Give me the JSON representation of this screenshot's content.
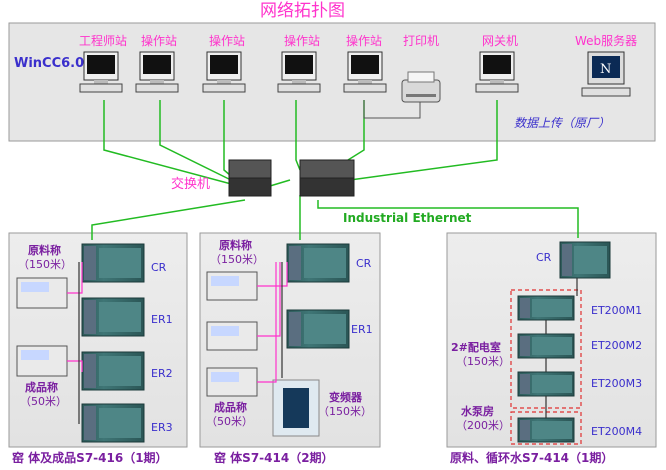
{
  "title": "网络拓扑图",
  "top": {
    "system": "WinCC6.0",
    "stations": [
      "工程师站",
      "操作站",
      "操作站",
      "操作站",
      "操作站",
      "打印机",
      "网关机",
      "Web服务器"
    ],
    "upload_note": "数据上传（原厂）"
  },
  "switch_label": "交换机",
  "network_label": "Industrial Ethernet",
  "panels": [
    {
      "caption": "窑 体及成品S7-416（1期）",
      "raw_scale": "原料称",
      "raw_len": "（150米）",
      "prod_scale": "成品称",
      "prod_len": "（50米）",
      "racks": [
        "CR",
        "ER1",
        "ER2",
        "ER3"
      ]
    },
    {
      "caption": "窑 体S7-414（2期）",
      "raw_scale": "原料称",
      "raw_len": "（150米）",
      "prod_scale": "成品称",
      "prod_len": "（50米）",
      "vfd": "变频器",
      "vfd_len": "（150米）",
      "racks": [
        "CR",
        "ER1"
      ]
    },
    {
      "caption": "原料、循环水S7-414（1期）",
      "room2": "2#配电室",
      "room2_len": "（150米）",
      "pump": "水泵房",
      "pump_len": "（200米）",
      "racks": [
        "CR",
        "ET200M1",
        "ET200M2",
        "ET200M3",
        "ET200M4"
      ]
    }
  ]
}
